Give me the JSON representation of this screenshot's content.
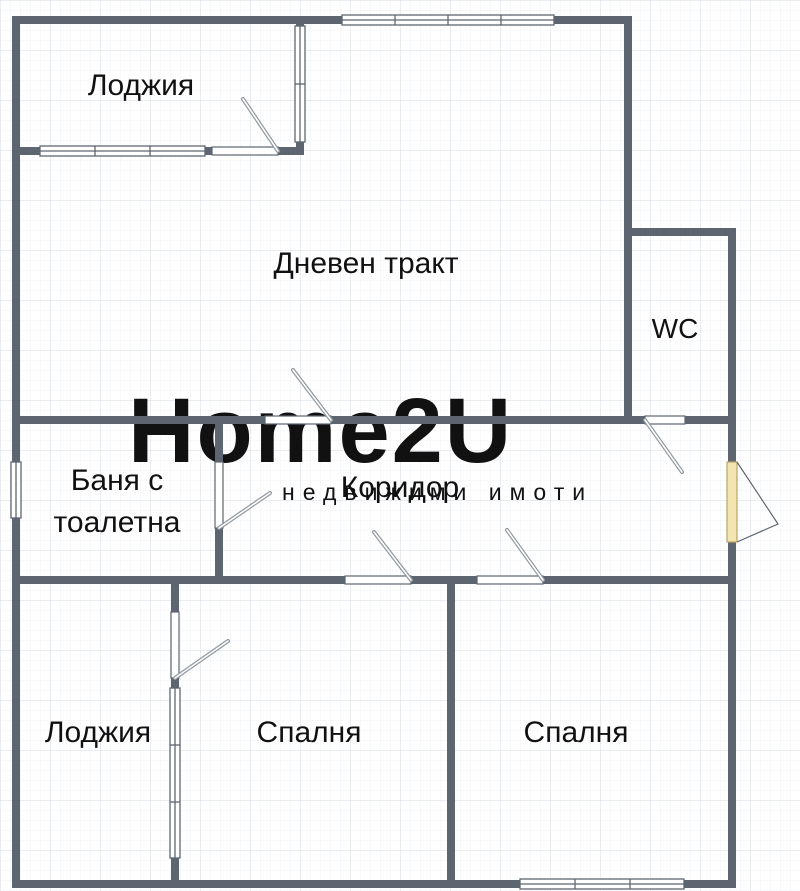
{
  "colors": {
    "wall": "#5d6670",
    "grid": "#dfe4ec",
    "door_leaf": "#8f979f",
    "entrance_door": "#f3e5b0",
    "watermark": "#e6e9ee"
  },
  "rooms": {
    "loggia_top": "Лоджия",
    "living": "Дневен тракт",
    "wc": "WC",
    "bath_line1": "Баня с",
    "bath_line2": "тоалетна",
    "corridor": "Коридор",
    "loggia_bottom": "Лоджия",
    "bedroom_1": "Спалня",
    "bedroom_2": "Спалня"
  },
  "watermark": {
    "brand": "Home2U",
    "tagline": "недвижими имоти"
  }
}
